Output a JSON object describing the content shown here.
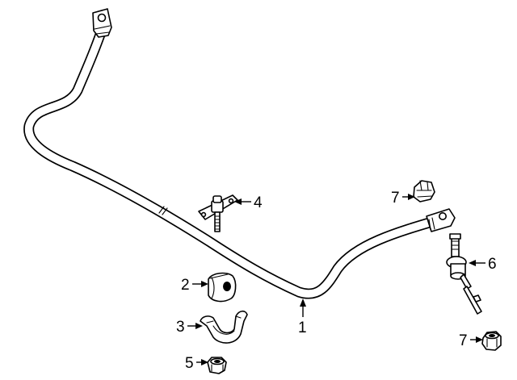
{
  "diagram": {
    "callouts": [
      {
        "id": "1",
        "label": "1"
      },
      {
        "id": "2",
        "label": "2"
      },
      {
        "id": "3",
        "label": "3"
      },
      {
        "id": "4",
        "label": "4"
      },
      {
        "id": "5",
        "label": "5"
      },
      {
        "id": "6",
        "label": "6"
      },
      {
        "id": "7a",
        "label": "7"
      },
      {
        "id": "7b",
        "label": "7"
      }
    ]
  }
}
